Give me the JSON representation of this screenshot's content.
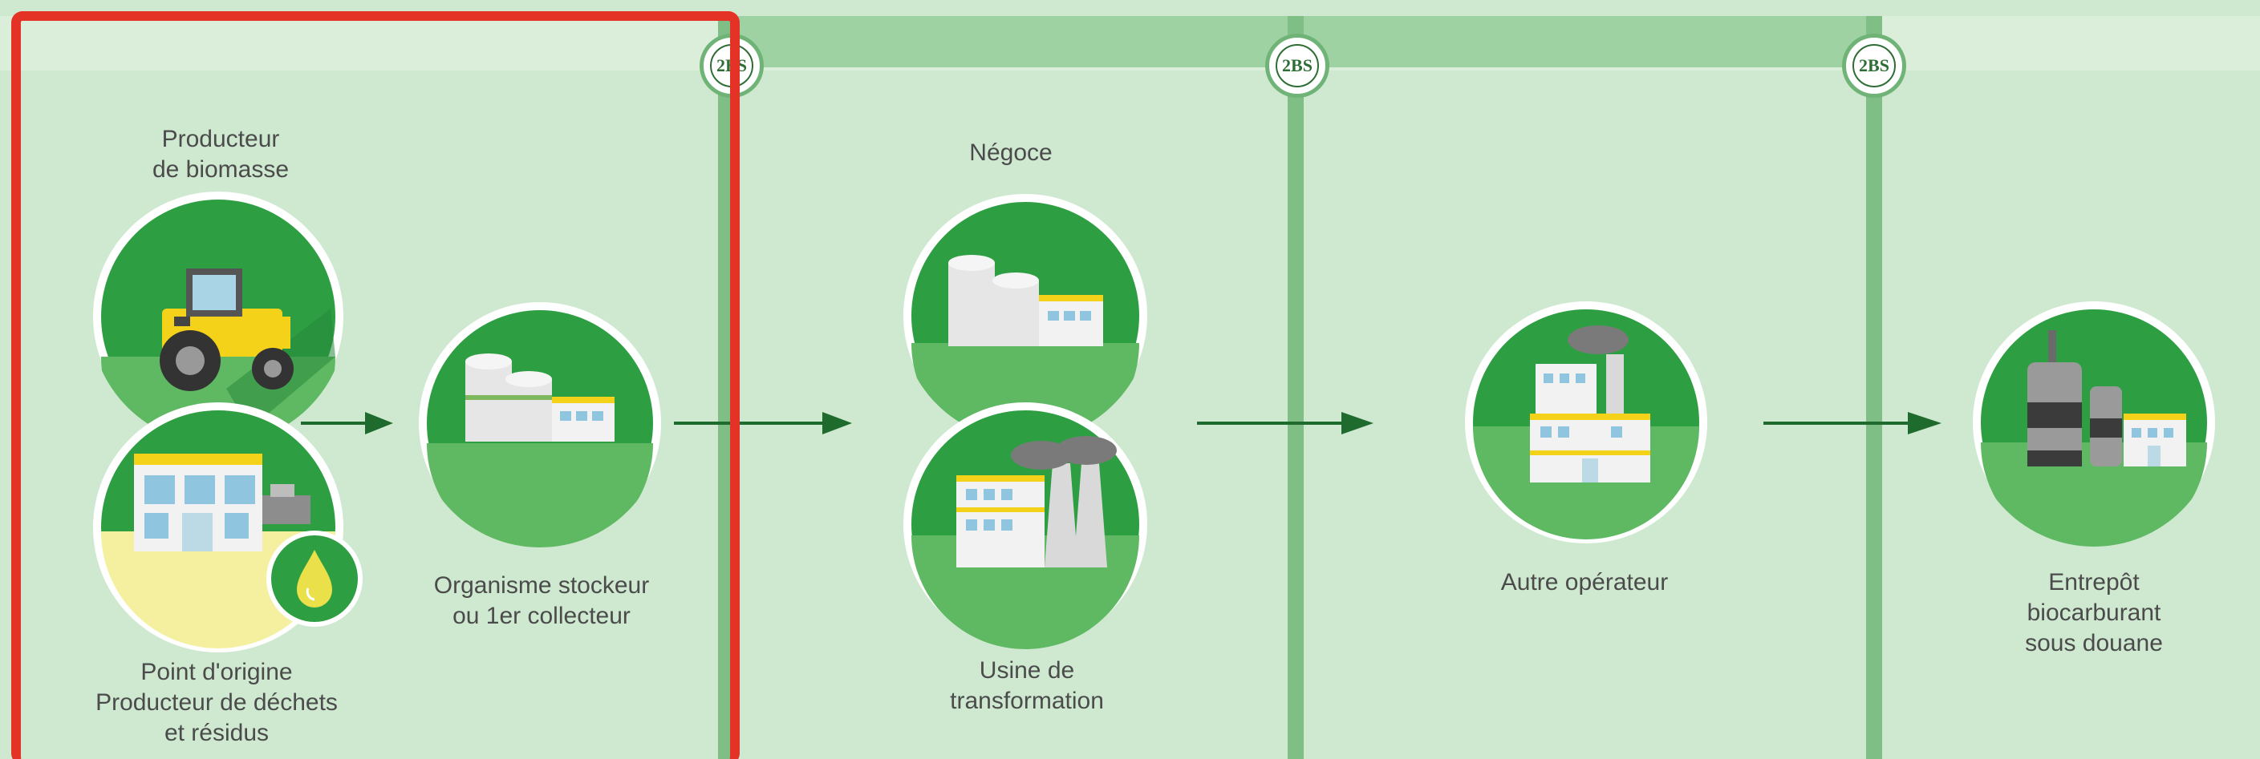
{
  "badge_text": "2BS",
  "labels": {
    "producteur_biomasse": "Producteur\nde biomasse",
    "point_origine": "Point d'origine\nProducteur de déchets\net résidus",
    "organisme_stockeur": "Organisme stockeur\nou 1er collecteur",
    "negoce": "Négoce",
    "usine": "Usine de\ntransformation",
    "autre_operateur": "Autre opérateur",
    "entrepot": "Entrepôt\nbiocarburant\nsous douane"
  },
  "colors": {
    "background": "#cfe9d1",
    "circle_green": "#2ea043",
    "circle_ring": "#ffffff",
    "arrow": "#1f6b2e",
    "highlight": "#e53226"
  },
  "icons": {
    "tractor": "tractor-icon",
    "factory_waste": "waste-producer-building-icon",
    "oil_drop": "oil-drop-icon",
    "silo": "storage-silo-icon",
    "trading_silo": "trading-silo-icon",
    "factory": "transformation-factory-icon",
    "operator": "operator-factory-icon",
    "warehouse": "bonded-warehouse-icon"
  }
}
